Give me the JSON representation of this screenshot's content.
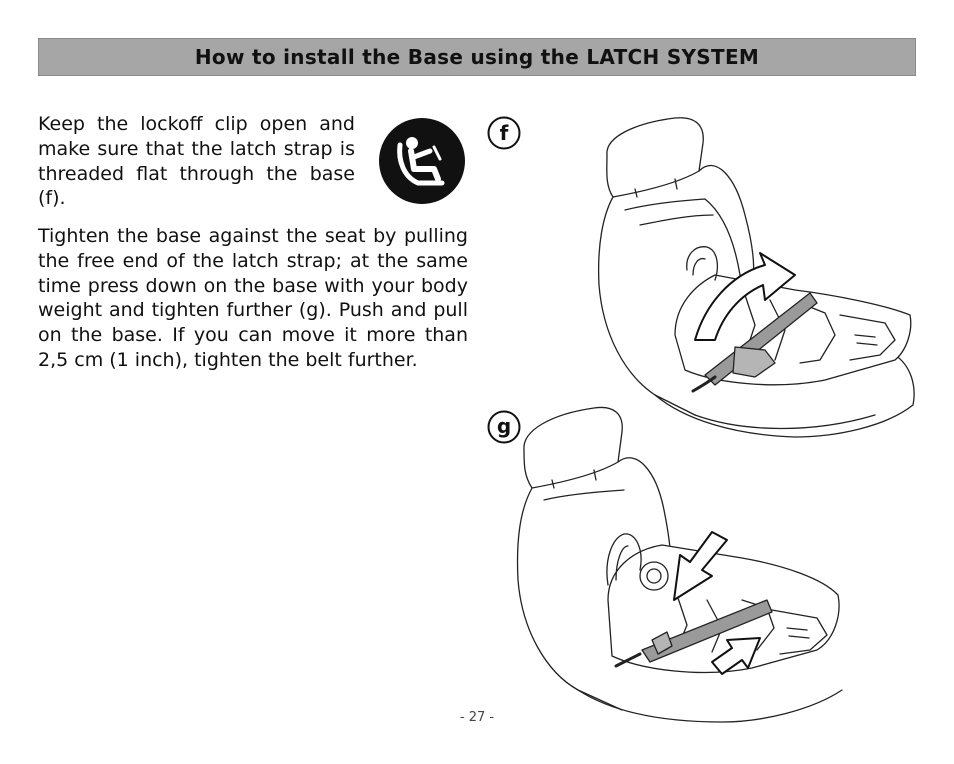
{
  "header": {
    "title": "How to install the Base using the LATCH SYSTEM"
  },
  "instructions": {
    "p1": "Keep the lockoff clip open and make sure that the latch strap is threaded flat through the base (f).",
    "p2": "Tighten the base against the seat by pulling the free end of the latch strap; at the same time press down on the base with your body weight and tighten further (g). Push and pull on the base. If you can move it more than 2,5 cm (1 inch), tighten the belt further."
  },
  "figures": {
    "f_label": "f",
    "g_label": "g"
  },
  "footer": {
    "page_number": "- 27 -"
  },
  "icons": {
    "warning_icon": "child-seat-icon"
  },
  "colors": {
    "header_bg": "#a6a6a6",
    "text": "#111111",
    "strap": "#9a9a9a"
  }
}
